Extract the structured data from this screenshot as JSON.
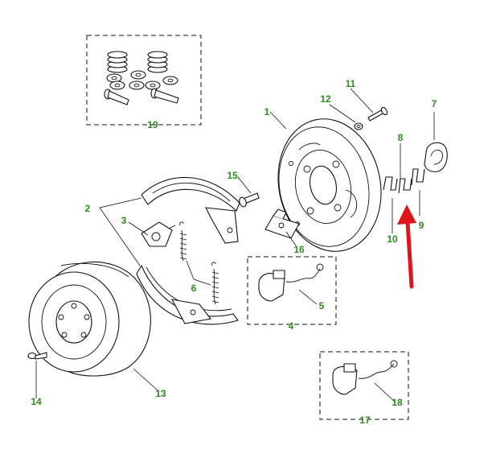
{
  "diagram": {
    "callouts": {
      "c1": "1",
      "c2": "2",
      "c3": "3",
      "c4": "4",
      "c5": "5",
      "c6": "6",
      "c7": "7",
      "c8": "8",
      "c9": "9",
      "c10": "10",
      "c11": "11",
      "c12": "12",
      "c13": "13",
      "c14": "14",
      "c15": "15",
      "c16": "16",
      "c17": "17",
      "c18": "18",
      "c19": "19"
    },
    "colors": {
      "callout_text": "#2e8b1e",
      "line_art": "#111111",
      "arrow": "#e0141b"
    }
  }
}
